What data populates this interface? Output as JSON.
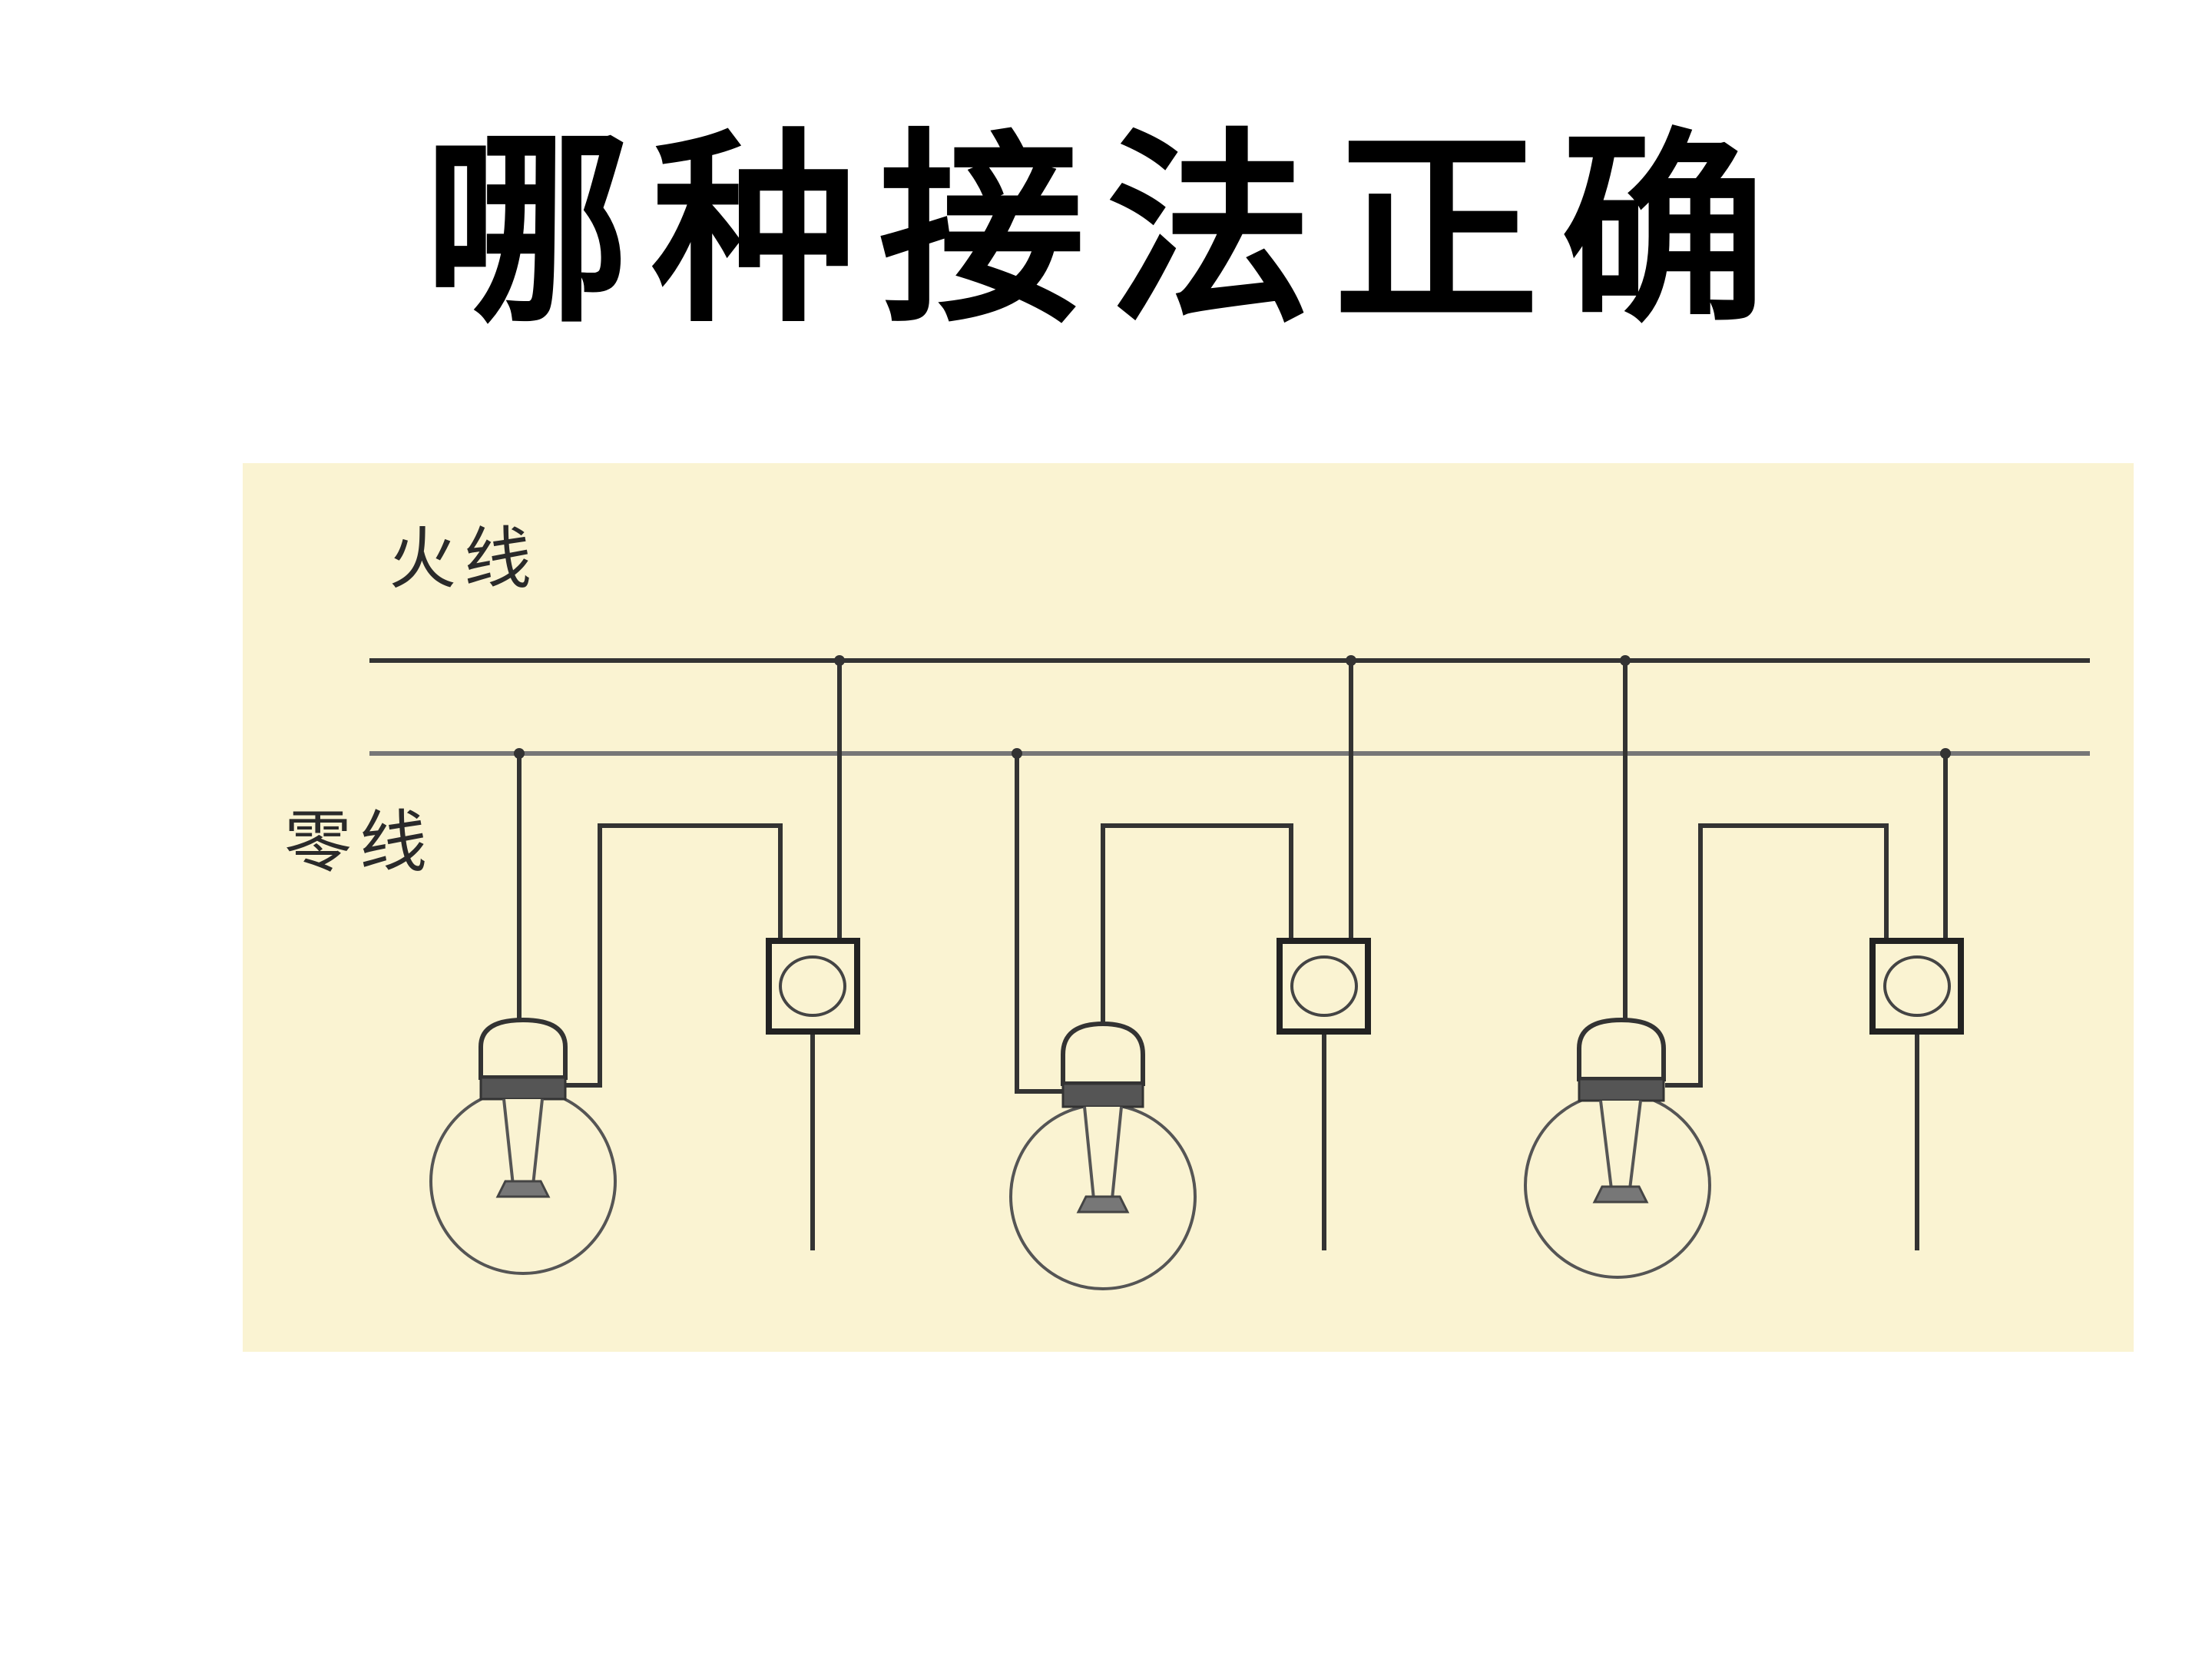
{
  "title": "哪种接法正确",
  "diagram": {
    "background_color": "#FAF3D2",
    "wire_color": "#333333",
    "labels": {
      "live_wire": "火线",
      "neutral_wire": "零线"
    },
    "circuits": [
      {
        "lamp": "bulb-icon",
        "switch": "switch-box-icon"
      },
      {
        "lamp": "bulb-icon",
        "switch": "switch-box-icon"
      },
      {
        "lamp": "bulb-icon",
        "switch": "switch-box-icon"
      }
    ]
  }
}
